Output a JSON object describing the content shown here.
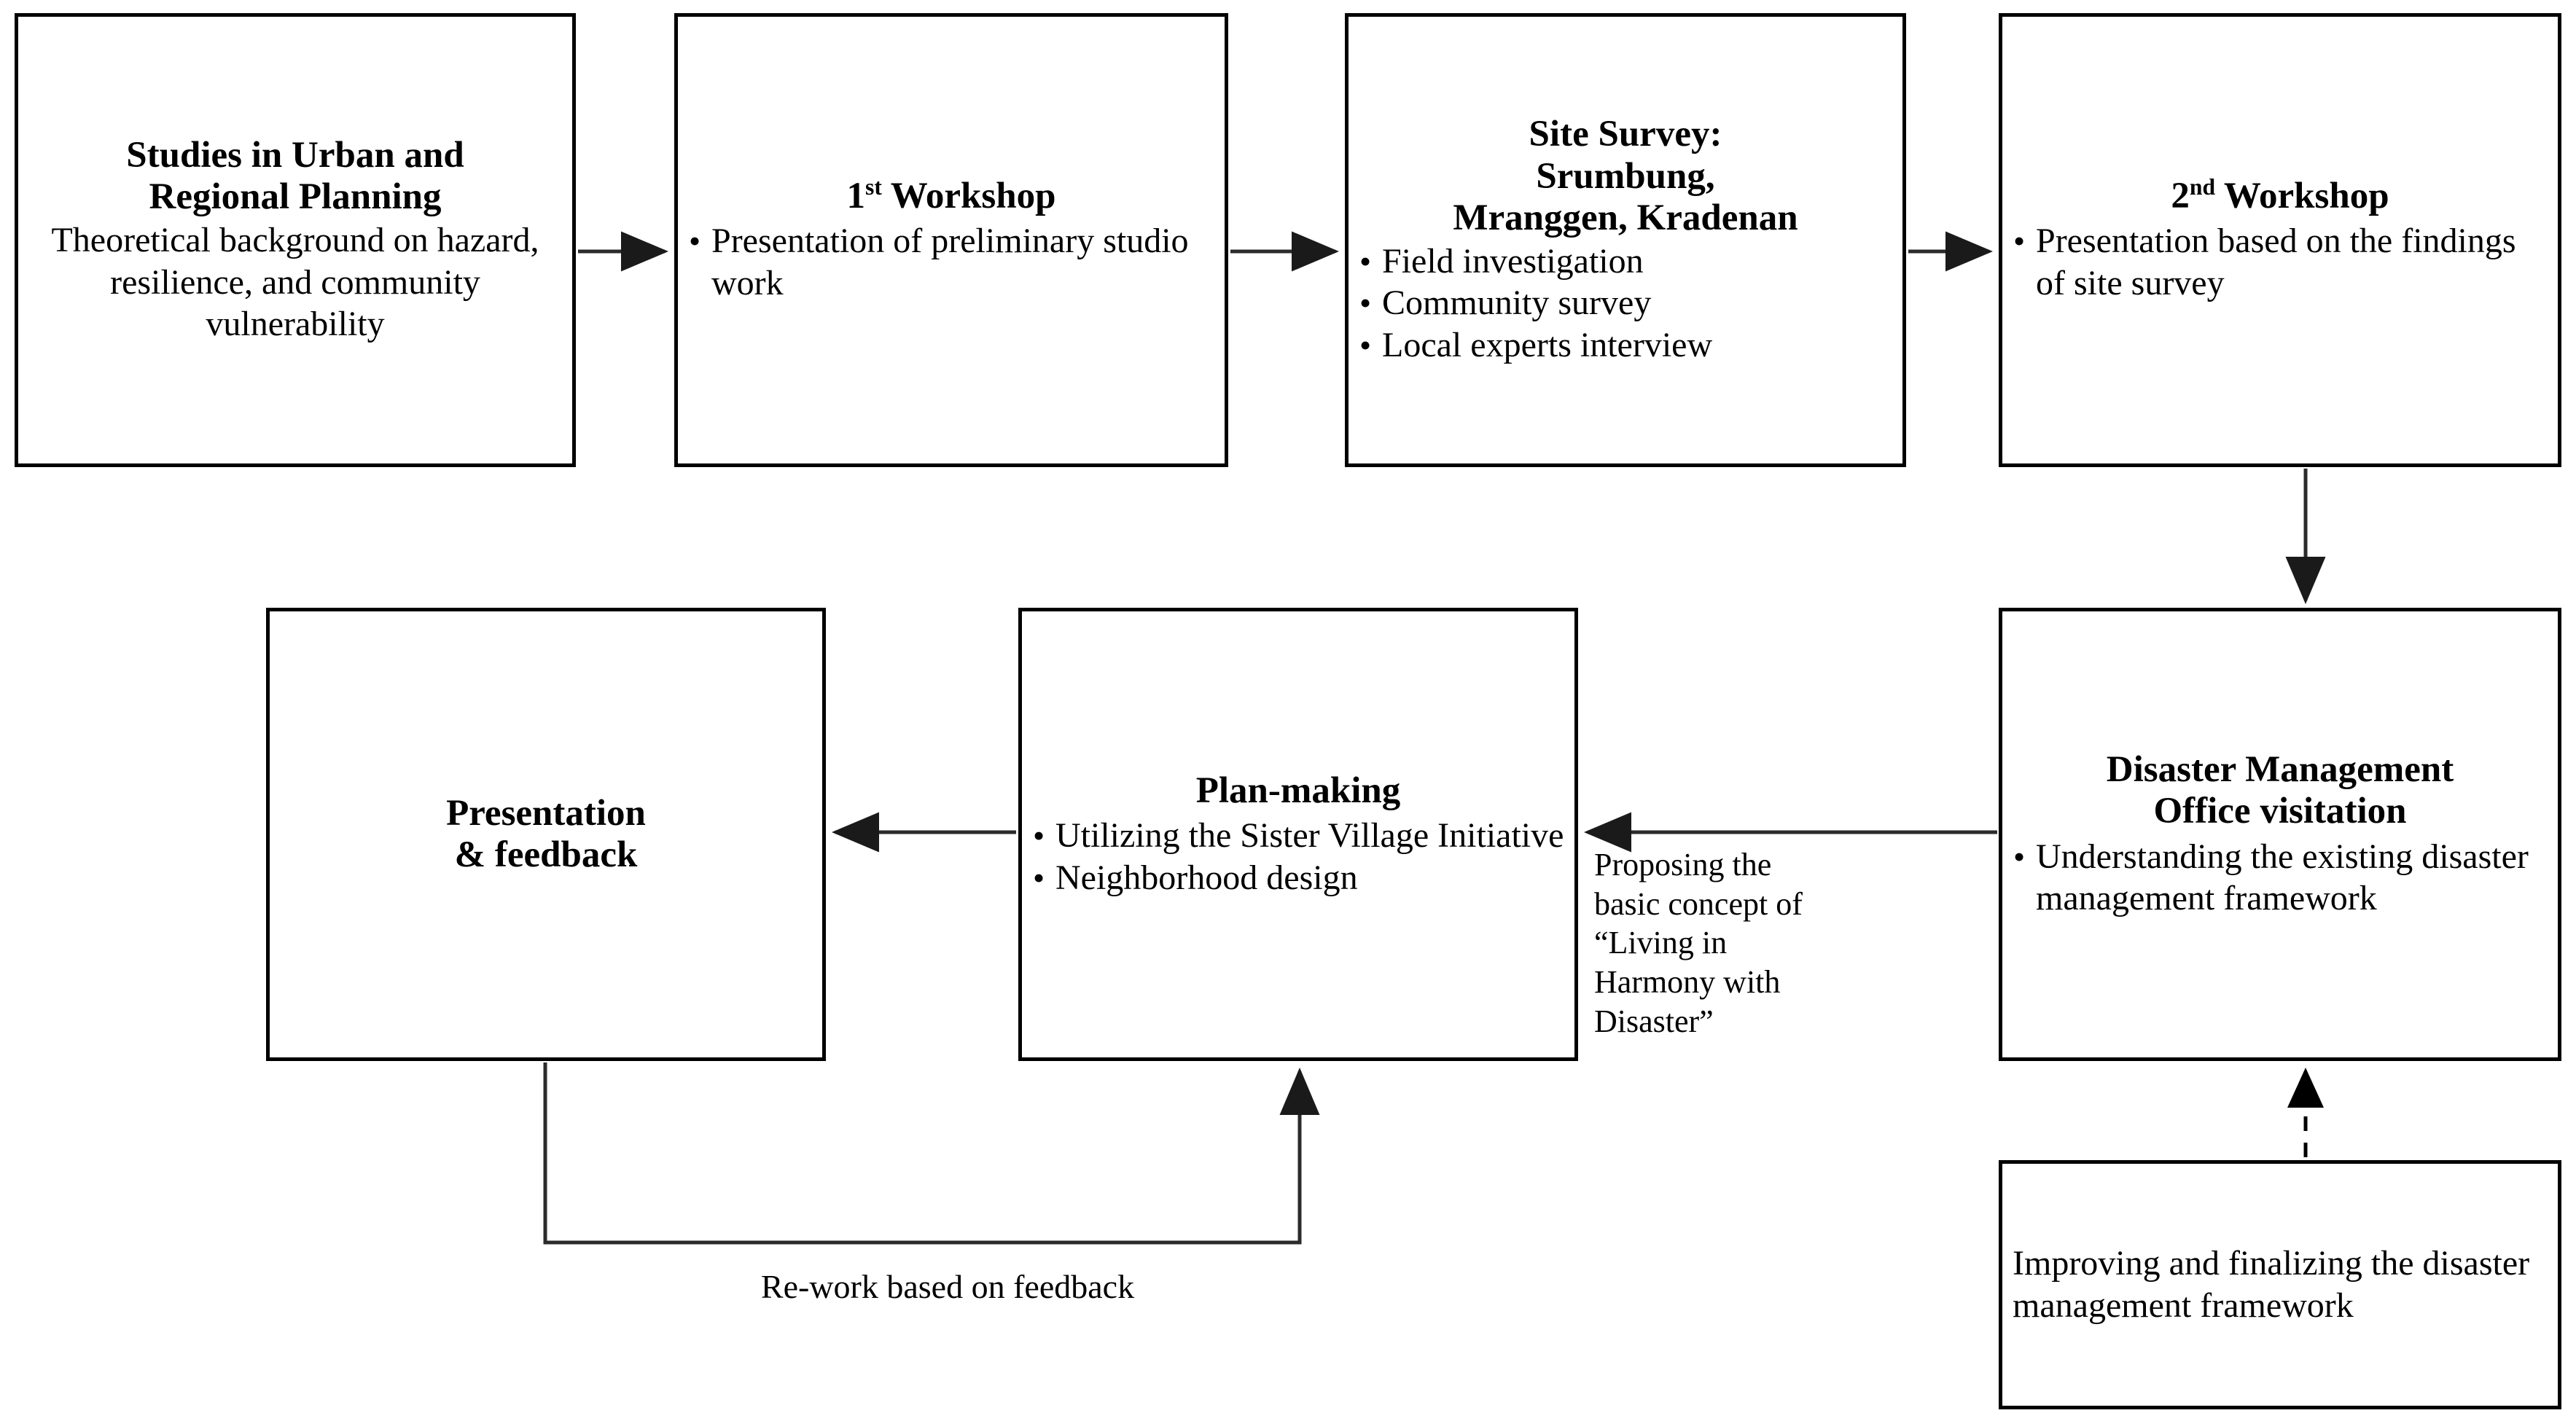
{
  "diagram": {
    "type": "flowchart",
    "title": "Studio process flowchart",
    "nodes": {
      "studies": {
        "title_line1": "Studies in Urban and",
        "title_line2": "Regional Planning",
        "body": "Theoretical background on hazard, resilience, and community vulnerability"
      },
      "workshop1": {
        "title_num": "1",
        "title_sup": "st",
        "title_rest": " Workshop",
        "bullets": [
          "Presentation of preliminary studio work"
        ]
      },
      "site_survey": {
        "title_line1": "Site Survey:",
        "title_line2": "Srumbung,",
        "title_line3": "Mranggen, Kradenan",
        "bullets": [
          "Field investigation",
          "Community survey",
          "Local experts interview"
        ]
      },
      "workshop2": {
        "title_num": "2",
        "title_sup": "nd",
        "title_rest": " Workshop",
        "bullets": [
          "Presentation based on the findings of site survey"
        ]
      },
      "dmo": {
        "title_line1": "Disaster Management",
        "title_line2": "Office visitation",
        "bullets": [
          "Understanding the existing disaster management framework"
        ]
      },
      "plan_making": {
        "title": "Plan-making",
        "bullets": [
          "Utilizing the Sister Village Initiative",
          "Neighborhood design"
        ]
      },
      "presentation": {
        "title_line1": "Presentation",
        "title_line2": "& feedback"
      },
      "improving": {
        "body": "Improving and finalizing the disaster management framework"
      }
    },
    "edge_labels": {
      "proposing": "Proposing the basic concept of “Living in Harmony with Disaster”",
      "rework": "Re-work based on feedback"
    },
    "bullet_glyph": "•",
    "colors": {
      "stroke": "#000000",
      "fill": "#ffffff",
      "text": "#000000"
    }
  }
}
